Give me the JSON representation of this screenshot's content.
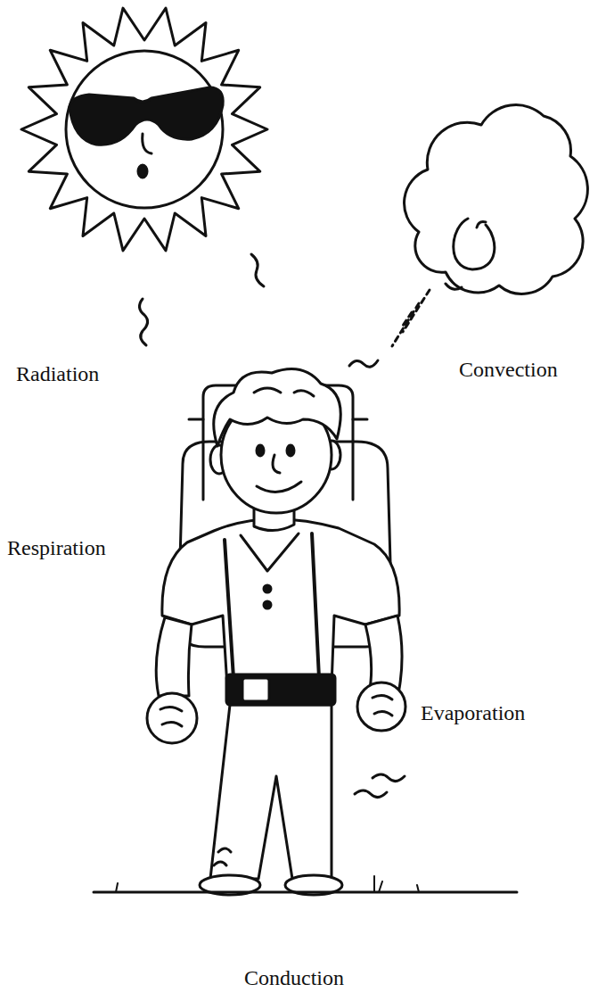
{
  "diagram": {
    "labels": [
      "Radiation",
      "Convection",
      "Respiration",
      "Evaporation",
      "Conduction"
    ]
  }
}
